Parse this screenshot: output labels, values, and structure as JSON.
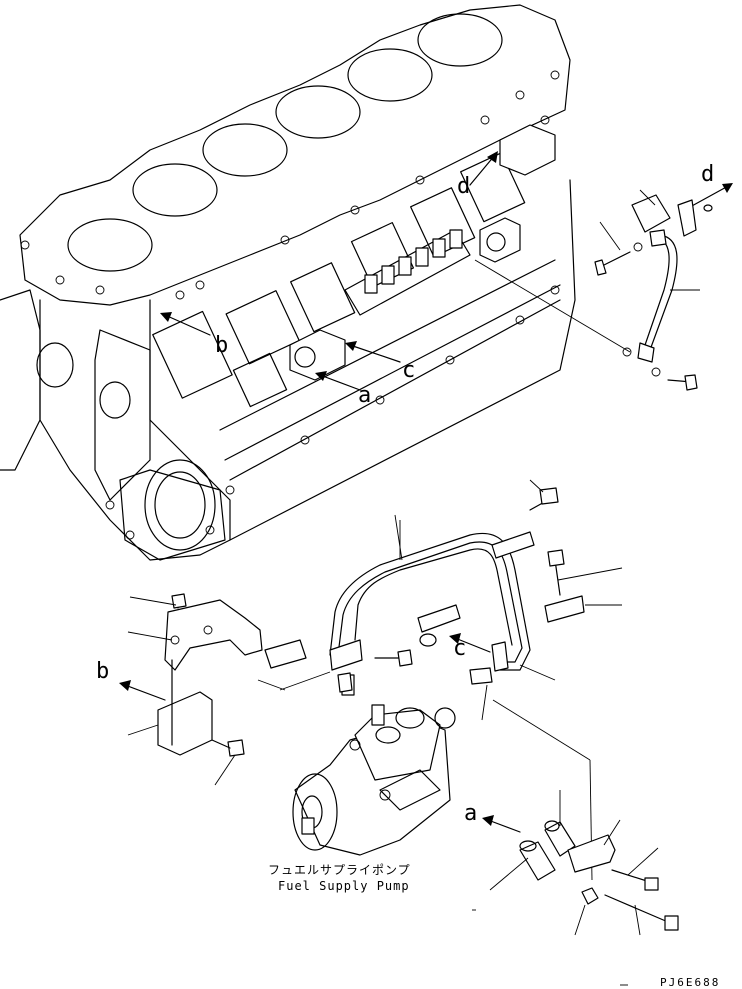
{
  "labels": {
    "a_top": "a",
    "b_top": "b",
    "c_top": "c",
    "d_top": "d",
    "d_right": "d",
    "b_left": "b",
    "c_mid": "c",
    "a_bottom": "a"
  },
  "caption": {
    "jp": "フュエルサプライポンプ",
    "en": "Fuel Supply Pump"
  },
  "drawing_code": "PJ6E688"
}
